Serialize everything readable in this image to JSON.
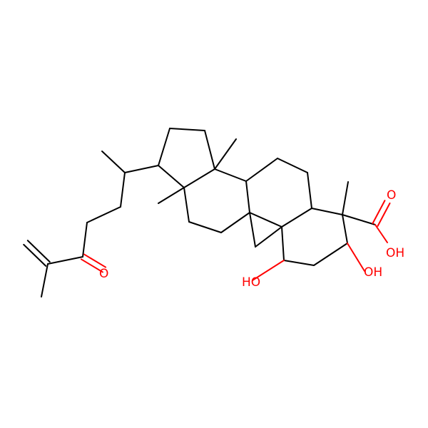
{
  "molecule": {
    "atom_labels": {
      "oxo": "O",
      "acid_carbonyl": "O",
      "acid_hydroxyl": "OH",
      "hydroxyl_left": "HO",
      "hydroxyl_right": "OH"
    },
    "colors": {
      "bond": "#000000",
      "heteroatom_oxygen": "#ff0000",
      "background": "#ffffff"
    }
  }
}
